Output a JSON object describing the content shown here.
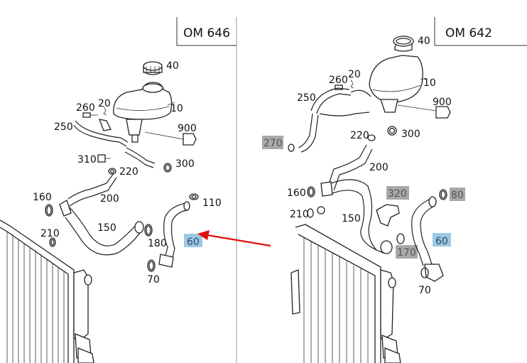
{
  "left_panel": {
    "engine": "OM 646",
    "callouts": {
      "c40": "40",
      "c20": "20",
      "c260": "260",
      "c10": "10",
      "c250": "250",
      "c900": "900",
      "c310": "310",
      "c220": "220",
      "c300": "300",
      "c160": "160",
      "c200": "200",
      "c110": "110",
      "c210": "210",
      "c150": "150",
      "c180": "180",
      "c60": "60",
      "c70": "70"
    }
  },
  "right_panel": {
    "engine": "OM 642",
    "callouts": {
      "c40": "40",
      "c260": "260",
      "c20": "20",
      "c10": "10",
      "c250": "250",
      "c900": "900",
      "c270": "270",
      "c220": "220",
      "c300": "300",
      "c200": "200",
      "c160": "160",
      "c320": "320",
      "c80": "80",
      "c210": "210",
      "c150": "150",
      "c60": "60",
      "c170": "170",
      "c70": "70"
    }
  },
  "colors": {
    "highlight_blue": "#9cc8e2",
    "highlight_grey": "#a8a8a8",
    "arrow": "#e01010",
    "line": "#222222"
  },
  "icons": {
    "pointer": "red-arrow-icon"
  }
}
